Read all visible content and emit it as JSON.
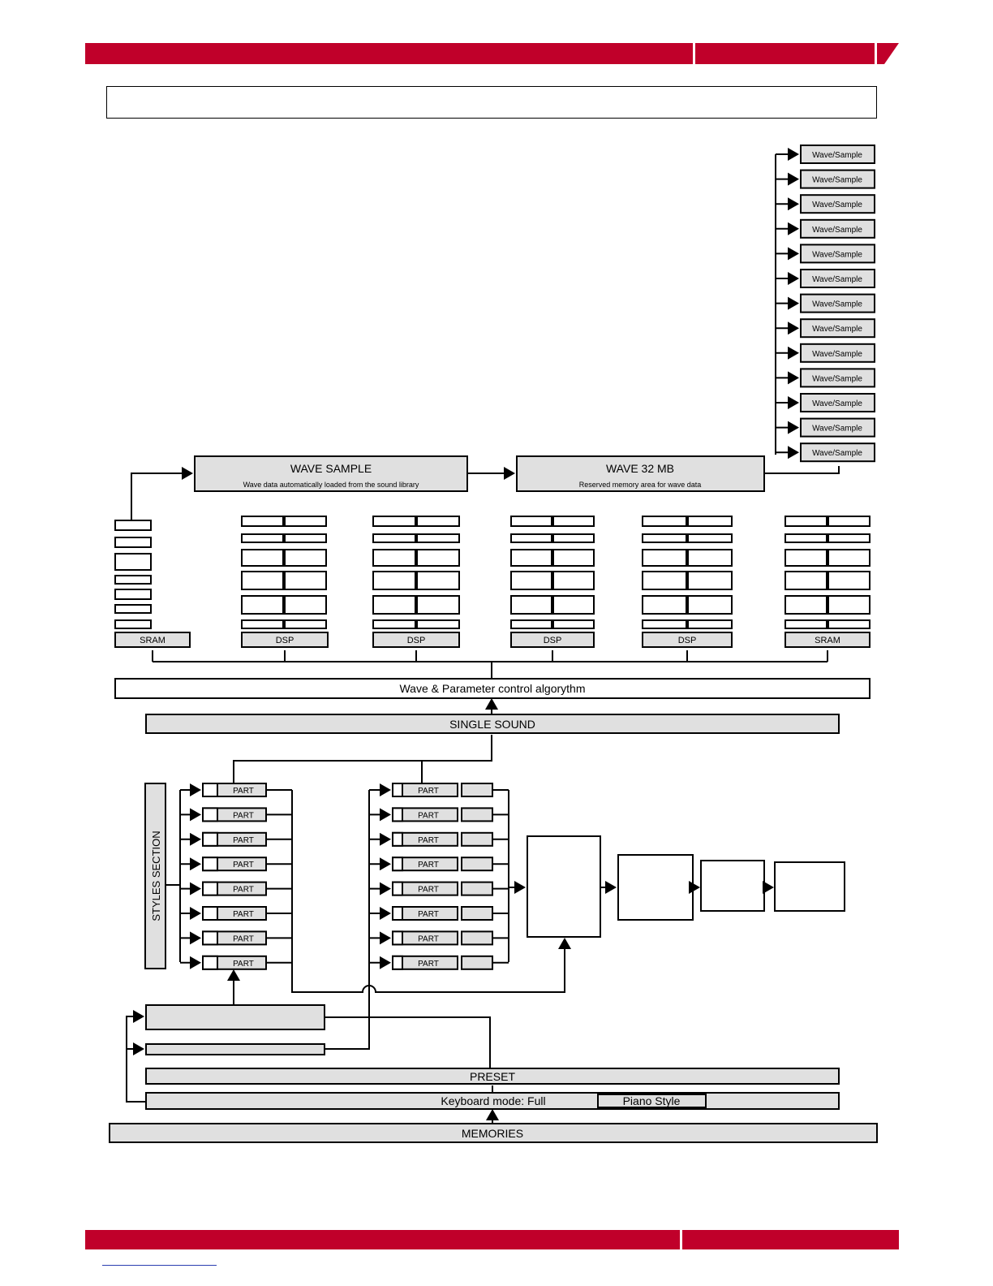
{
  "colors": {
    "band": "#c0002a",
    "box_fill": "#e0e0e0",
    "line": "#000000"
  },
  "blocks": {
    "memories": "MEMORIES",
    "keyboard_mode": "Keyboard mode: Full",
    "piano_style": "Piano Style",
    "preset": "PRESET",
    "single_sound": "SINGLE SOUND",
    "wave_parameter_algorithm": "Wave & Parameter control algorythm",
    "styles_section": "STYLES SECTION",
    "wave_sample": "WAVE SAMPLE",
    "wave_sample_note": "Wave data automatically loaded from the sound library",
    "wave_32mb": "WAVE 32 MB",
    "wave_32mb_note": "Reserved memory area for wave data",
    "wave_slot": "Wave/Sample",
    "src_left": "SRAM",
    "src_right": "SRAM",
    "dsp_1": "DSP",
    "dsp_2": "DSP",
    "dsp_3": "DSP",
    "dsp_4": "DSP",
    "track_part": "PART",
    "track_part_alt": "PART"
  }
}
